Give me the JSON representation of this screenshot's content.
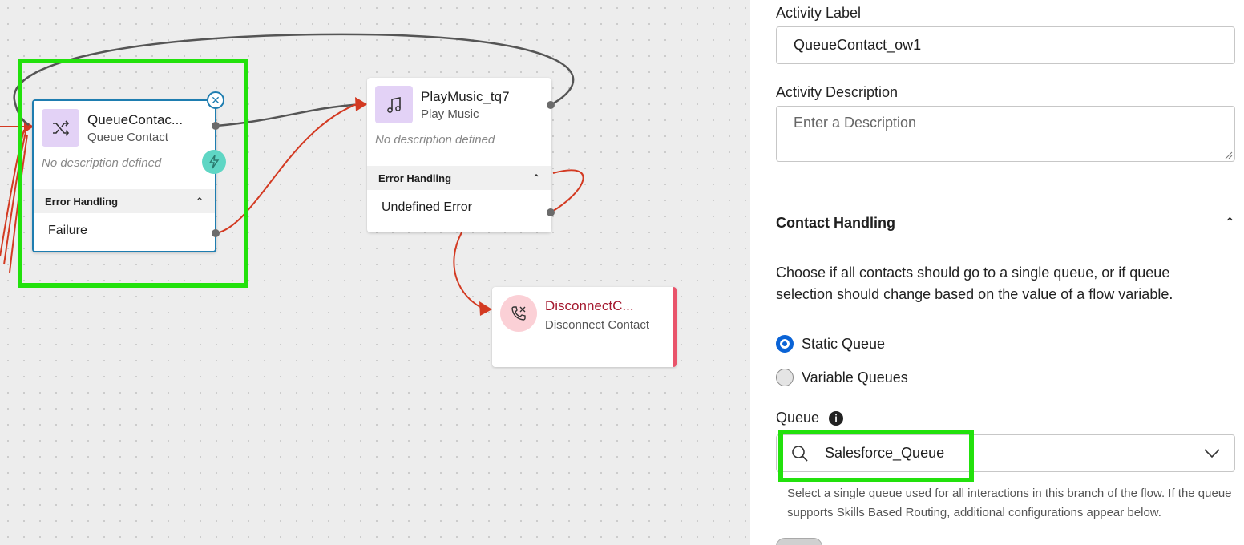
{
  "canvas": {
    "nodes": {
      "queue_contact": {
        "title": "QueueContac...",
        "subtitle": "Queue Contact",
        "description": "No description defined",
        "error_handling_label": "Error Handling",
        "error_item": "Failure",
        "icon": "shuffle-icon"
      },
      "play_music": {
        "title": "PlayMusic_tq7",
        "subtitle": "Play Music",
        "description": "No description defined",
        "error_handling_label": "Error Handling",
        "error_item": "Undefined Error",
        "icon": "music-note-icon"
      },
      "disconnect": {
        "title": "DisconnectC...",
        "subtitle": "Disconnect Contact",
        "icon": "phone-hangup-icon"
      }
    },
    "colors": {
      "highlight": "#22e10c",
      "selected_border": "#1e7db0",
      "error_wire": "#d33a22"
    }
  },
  "panel": {
    "activity_label": {
      "label": "Activity Label",
      "value": "QueueContact_ow1"
    },
    "activity_description": {
      "label": "Activity Description",
      "placeholder": "Enter a Description"
    },
    "contact_handling": {
      "title": "Contact Handling",
      "text": "Choose if all contacts should go to a single queue, or if queue selection should change based on the value of a flow variable.",
      "options": [
        {
          "label": "Static Queue",
          "selected": true
        },
        {
          "label": "Variable Queues",
          "selected": false
        }
      ]
    },
    "queue": {
      "label": "Queue",
      "value": "Salesforce_Queue",
      "help": "Select a single queue used for all interactions in this branch of the flow. If the queue supports Skills Based Routing, additional configurations appear below."
    }
  }
}
